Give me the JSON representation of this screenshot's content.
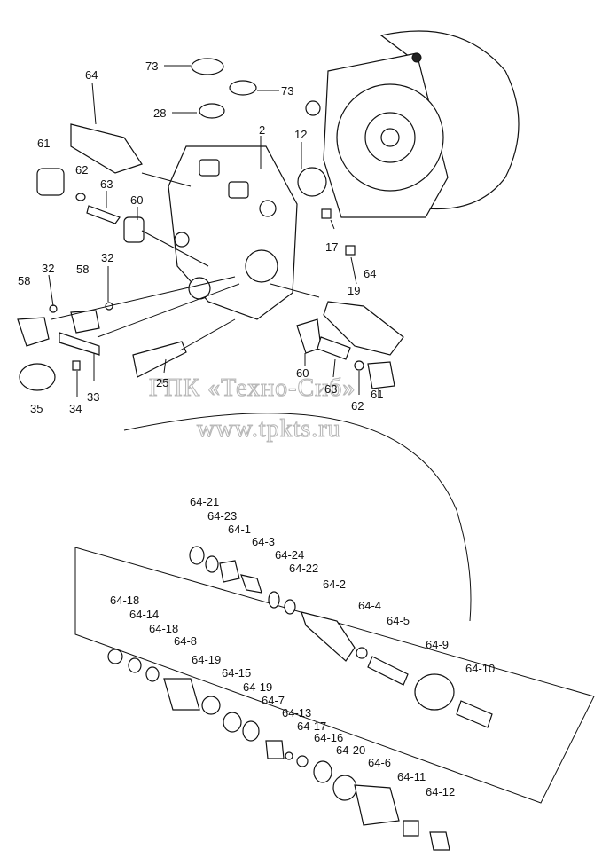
{
  "watermark": {
    "line1": "ГПК «Техно-Сиб»",
    "line2": "www.tpkts.ru"
  },
  "callouts_upper": [
    "73",
    "73",
    "28",
    "64",
    "2",
    "12",
    "61",
    "62",
    "63",
    "60",
    "17",
    "19",
    "32",
    "58",
    "32",
    "58",
    "64",
    "35",
    "34",
    "33",
    "25",
    "60",
    "63",
    "62",
    "61"
  ],
  "callouts_lower": [
    "64-21",
    "64-23",
    "64-1",
    "64-3",
    "64-24",
    "64-22",
    "64-2",
    "64-18",
    "64-14",
    "64-18",
    "64-8",
    "64-4",
    "64-5",
    "64-9",
    "64-19",
    "64-15",
    "64-19",
    "64-10",
    "64-7",
    "64-13",
    "64-17",
    "64-16",
    "64-20",
    "64-6",
    "64-11",
    "64-12"
  ]
}
